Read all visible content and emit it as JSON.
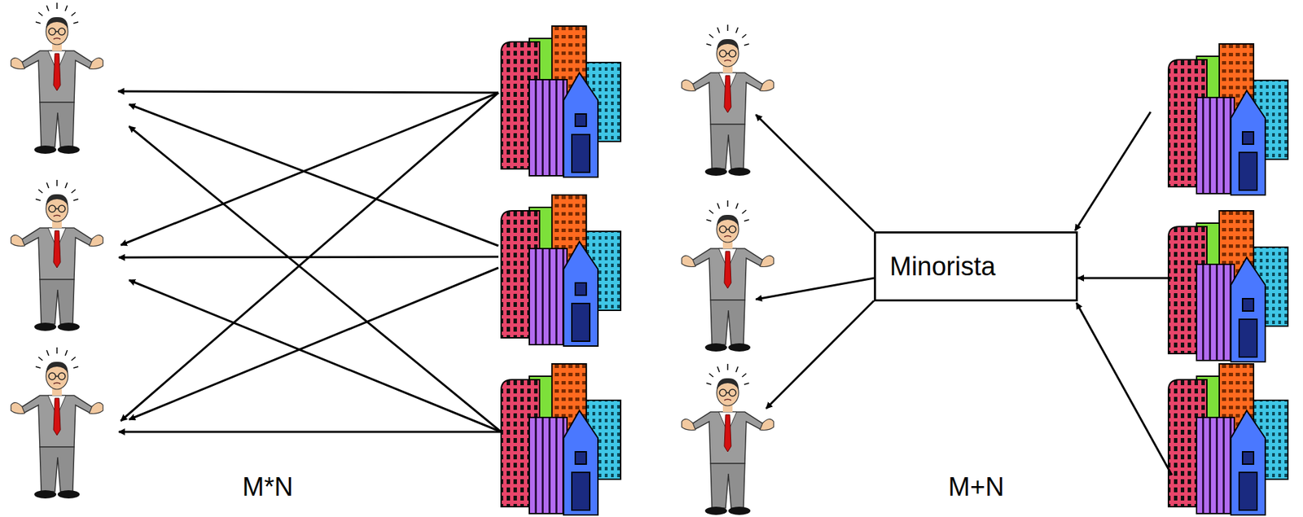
{
  "diagram": {
    "nodes": [
      {
        "text": [
          "Minorista"
        ]
      }
    ],
    "labels": [
      "M*N",
      "M+N"
    ]
  }
}
